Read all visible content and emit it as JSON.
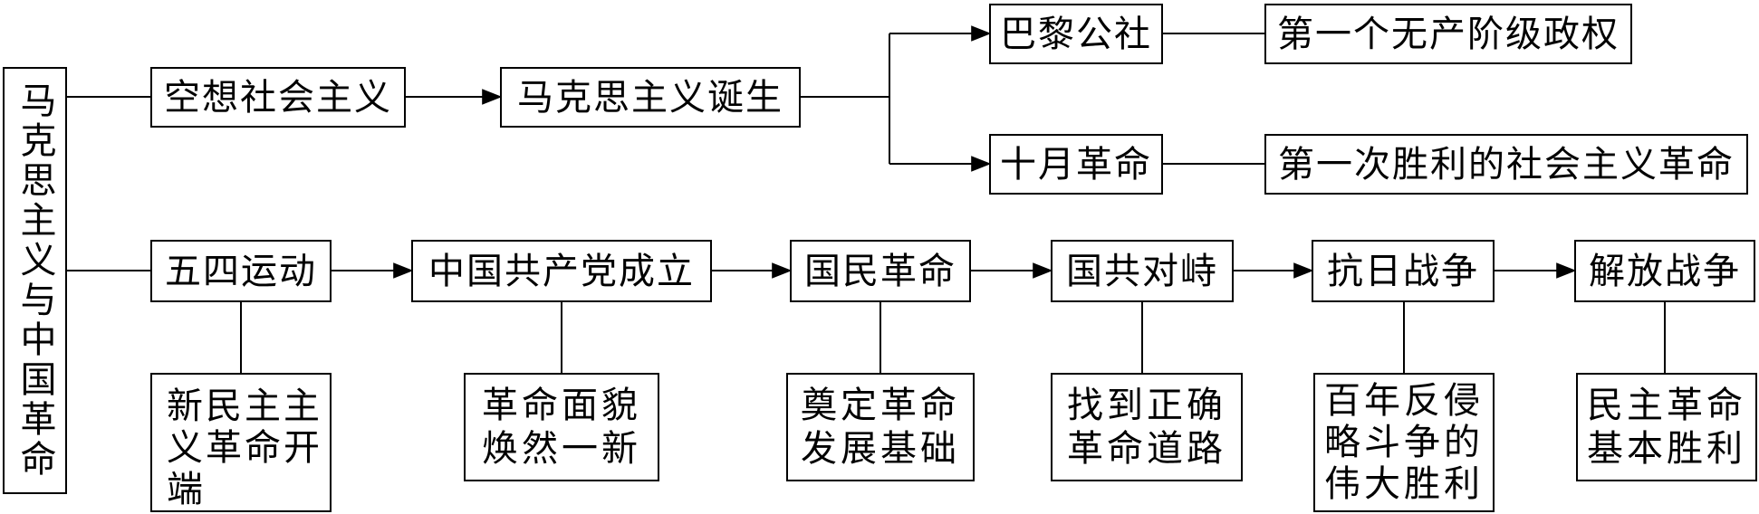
{
  "root": {
    "label": "马克思主义与中国革命"
  },
  "top_row": {
    "utopian": "空想社会主义",
    "marxism_birth": "马克思主义诞生",
    "paris_commune": "巴黎公社",
    "paris_commune_note": "第一个无产阶级政权",
    "october_revolution": "十月革命",
    "october_revolution_note": "第一次胜利的社会主义革命"
  },
  "bottom_row": {
    "stages": [
      {
        "label": "五四运动",
        "note": "新民主主义革命开端"
      },
      {
        "label": "中国共产党成立",
        "note": "革命面貌焕然一新"
      },
      {
        "label": "国民革命",
        "note": "奠定革命发展基础"
      },
      {
        "label": "国共对峙",
        "note": "找到正确革命道路"
      },
      {
        "label": "抗日战争",
        "note": "百年反侵略斗争的伟大胜利"
      },
      {
        "label": "解放战争",
        "note": "民主革命基本胜利"
      }
    ]
  }
}
